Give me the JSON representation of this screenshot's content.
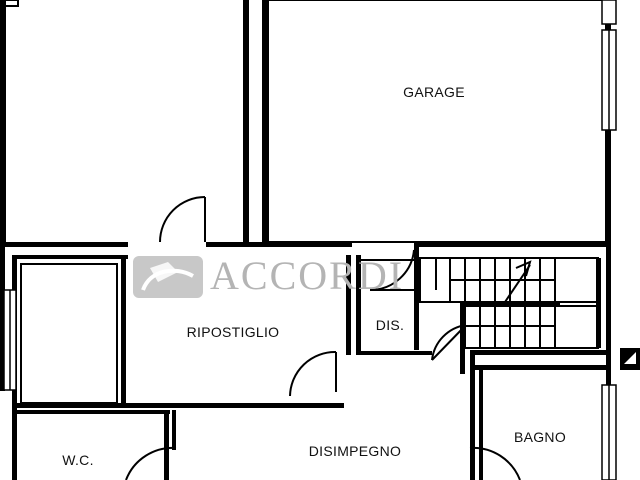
{
  "rooms": {
    "garage": "GARAGE",
    "ripostiglio": "RIPOSTIGLIO",
    "dis": "DIS.",
    "disimpegno": "DISIMPEGNO",
    "bagno": "BAGNO",
    "wc": "W.C."
  },
  "watermark": {
    "brand": "ACCORDI"
  },
  "colors": {
    "wall": "#000000",
    "background": "#ffffff",
    "watermark": "#b4b4b4"
  }
}
